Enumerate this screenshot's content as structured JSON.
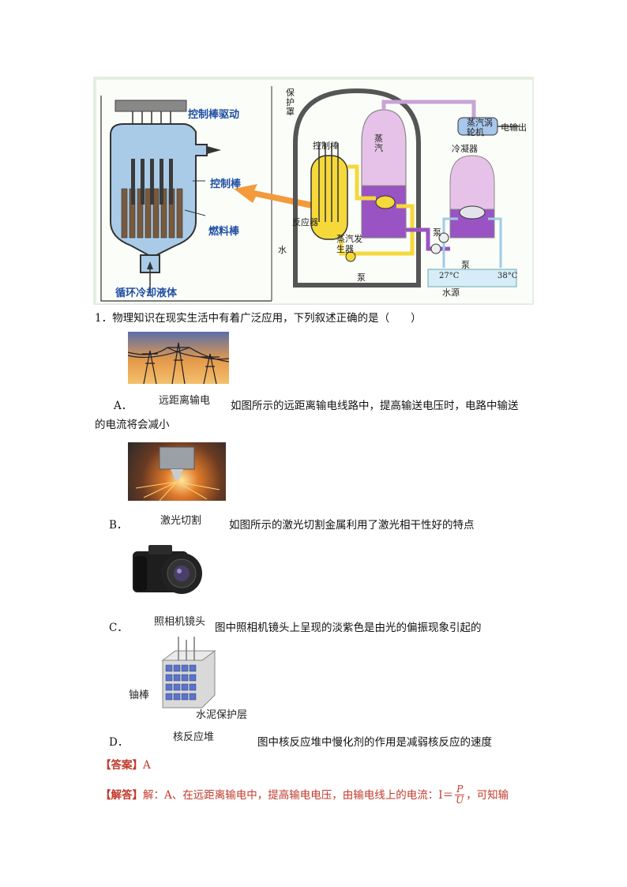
{
  "figure": {
    "left_labels": {
      "drive": "控制棒驱动",
      "rod": "控制棒",
      "fuel": "燃料棒",
      "coolant": "循环冷却液体"
    },
    "right_labels": {
      "shield": "保护罩",
      "control_rod": "控制棒",
      "reactor": "反应器",
      "water": "水",
      "steam_top": "蒸汽",
      "steam_gen": "蒸汽发生器",
      "pump1": "泵",
      "turbine": "蒸汽涡轮机",
      "output": "电输出",
      "condenser": "冷凝器",
      "pump2": "泵",
      "pump3": "泵",
      "t_in": "27°C",
      "t_out": "38°C",
      "source": "水源"
    }
  },
  "question": {
    "number": "1．",
    "stem": "物理知识在现实生活中有着广泛应用，下列叙述正确的是（　　）",
    "options": [
      {
        "letter": "A．",
        "caption": "远距离输电",
        "text_line1": "如图所示的远距离输电线路中，提高输送电压时，电路中输送",
        "text_line2": "的电流将会减小"
      },
      {
        "letter": "B．",
        "caption": "激光切割",
        "text_line1": "如图所示的激光切割金属利用了激光相干性好的特点"
      },
      {
        "letter": "C．",
        "caption": "照相机镜头",
        "text_line1": "图中照相机镜头上呈现的淡紫色是由光的偏振现象引起的"
      },
      {
        "letter": "D．",
        "caption": "核反应堆",
        "text_line1": "图中核反应堆中慢化剂的作用是减弱核反应的速度",
        "label_rod": "铀棒",
        "label_layer": "水泥保护层"
      }
    ]
  },
  "answer": {
    "key_label": "【答案】",
    "key_value": "A",
    "explain_label": "【解答】",
    "explain_text": "解：A、在远距离输电中，提高输电电压，由输电线上的电流：I＝",
    "frac_num": "P",
    "frac_den": "U",
    "explain_tail": "，可知输"
  }
}
